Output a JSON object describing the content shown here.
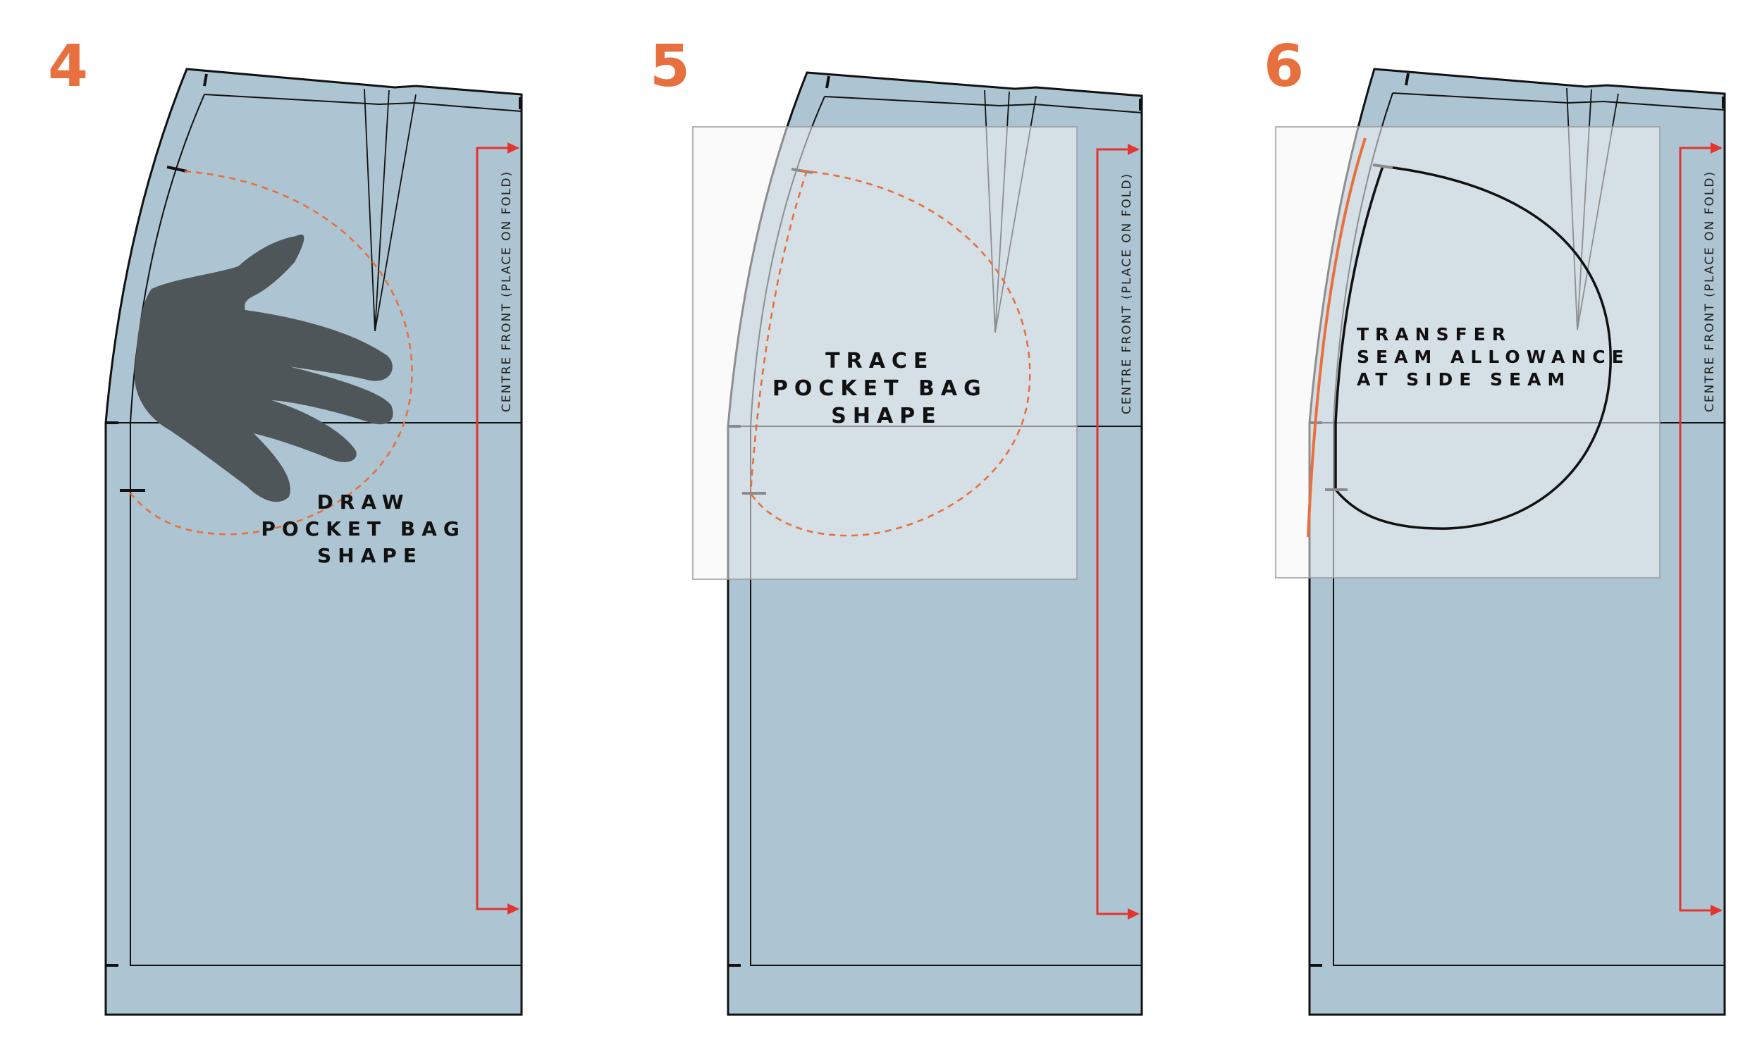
{
  "colors": {
    "background": "#ffffff",
    "pattern_fill": "#adc5d2",
    "outline": "#111111",
    "accent_orange": "#e8703e",
    "grainline_red": "#e3342f",
    "hand": "#4f5659",
    "tracing_paper": "rgba(246,246,246,0.55)"
  },
  "icons": {
    "hand": "hand-icon",
    "grainline": "grainline-arrow-icon"
  },
  "steps": [
    {
      "number": "4",
      "instruction": [
        "DRAW",
        "POCKET BAG",
        "SHAPE"
      ],
      "centre_front_label": "CENTRE FRONT (PLACE ON FOLD)"
    },
    {
      "number": "5",
      "instruction": [
        "TRACE",
        "POCKET BAG",
        "SHAPE"
      ],
      "centre_front_label": "CENTRE FRONT (PLACE ON FOLD)"
    },
    {
      "number": "6",
      "instruction": [
        "TRANSFER",
        "SEAM ALLOWANCE",
        "AT SIDE SEAM"
      ],
      "centre_front_label": "CENTRE FRONT (PLACE ON FOLD)"
    }
  ]
}
